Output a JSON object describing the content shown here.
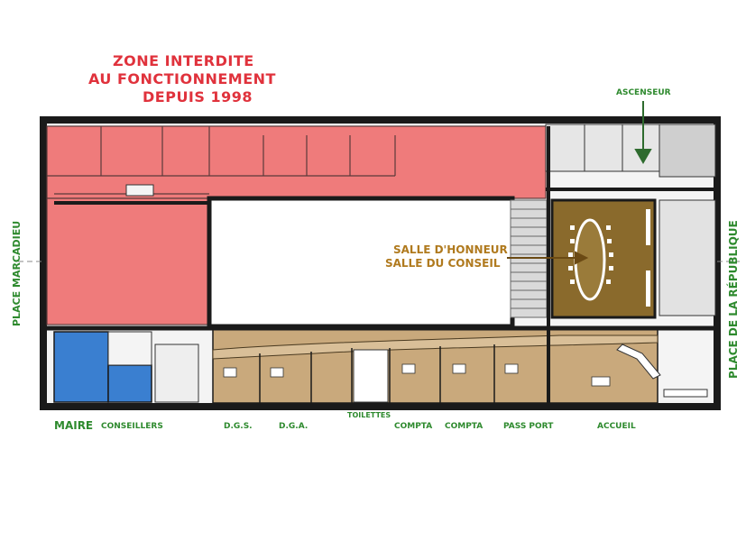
{
  "title": {
    "line1": "ZONE INTERDITE",
    "line2": "AU FONCTIONNEMENT",
    "line3": "DEPUIS 1998"
  },
  "labels": {
    "ascenseur": "ASCENSEUR",
    "salle_honneur": "SALLE D'HONNEUR",
    "salle_conseil": "SALLE DU CONSEIL",
    "place_marcadieu": "PLACE MARCADIEU",
    "place_republique": "PLACE DE LA RÉPUBLIQUE",
    "maire": "MAIRE",
    "conseillers": "CONSEILLERS",
    "dgs": "D.G.S.",
    "dga": "D.G.A.",
    "toilettes": "TOILETTES",
    "compta1": "COMPTA",
    "compta2": "COMPTA",
    "passport": "PASS PORT",
    "accueil": "ACCUEIL"
  },
  "colors": {
    "forbidden_zone": "#ef7b7b",
    "maire_office": "#3a7fd0",
    "service_area": "#c9a97c",
    "council_room": "#8a6a2c",
    "wall": "#1a1a1a",
    "title_red": "#e0323c",
    "label_green": "#2e8a2e",
    "label_gold": "#b07a1e"
  }
}
